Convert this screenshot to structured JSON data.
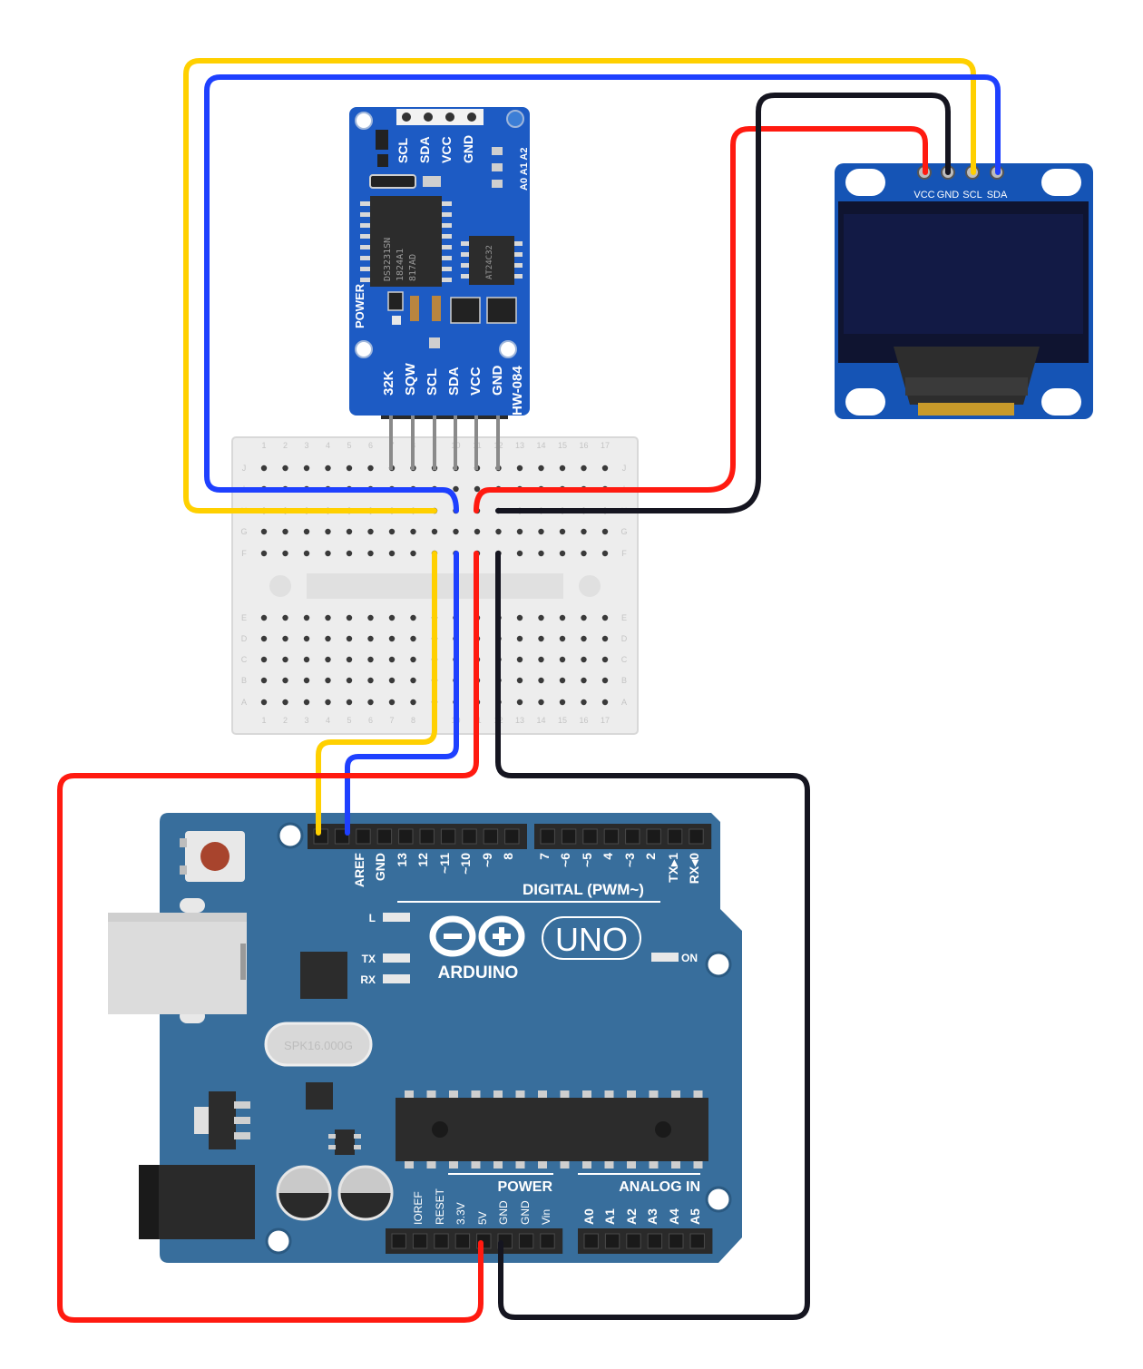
{
  "colors": {
    "wire_yellow": "#FFD000",
    "wire_blue": "#1E40FF",
    "wire_red": "#FF1A10",
    "wire_black": "#151520",
    "arduino_board": "#386E9C",
    "rtc_board": "#1D5BC4",
    "oled_board": "#1554B5",
    "breadboard": "#EDEDED"
  },
  "rtc": {
    "top_labels": [
      "SCL",
      "SDA",
      "VCC",
      "GND"
    ],
    "addr_label": "A0 A1 A2",
    "chip_text": [
      "DS3231SN",
      "1824A1",
      "817AD"
    ],
    "eeprom_text": "AT24C32",
    "power_label": "POWER",
    "bottom_labels": [
      "32K",
      "SQW",
      "SCL",
      "SDA",
      "VCC",
      "GND"
    ],
    "model": "HW-084"
  },
  "oled": {
    "pins": [
      "VCC",
      "GND",
      "SCL",
      "SDA"
    ]
  },
  "breadboard": {
    "rows_top": [
      "J",
      "I",
      "H",
      "G",
      "F"
    ],
    "rows_bottom": [
      "E",
      "D",
      "C",
      "B",
      "A"
    ],
    "cols": [
      "1",
      "2",
      "3",
      "4",
      "5",
      "6",
      "7",
      "8",
      "9",
      "10",
      "11",
      "12",
      "13",
      "14",
      "15",
      "16",
      "17"
    ]
  },
  "arduino": {
    "digital_pins_left": [
      "AREF",
      "GND",
      "13",
      "12",
      "~11",
      "~10",
      "~9",
      "8"
    ],
    "digital_pins_right": [
      "7",
      "~6",
      "~5",
      "4",
      "~3",
      "2",
      "TX▸1",
      "RX◂0"
    ],
    "digital_label": "DIGITAL (PWM~)",
    "led_l": "L",
    "led_tx": "TX",
    "led_rx": "RX",
    "led_on": "ON",
    "brand": "ARDUINO",
    "model": "UNO",
    "crystal": "SPK16.000G",
    "power_label": "POWER",
    "analog_label": "ANALOG IN",
    "power_pins": [
      "IOREF",
      "RESET",
      "3.3V",
      "5V",
      "GND",
      "GND",
      "Vin"
    ],
    "analog_pins": [
      "A0",
      "A1",
      "A2",
      "A3",
      "A4",
      "A5"
    ]
  }
}
